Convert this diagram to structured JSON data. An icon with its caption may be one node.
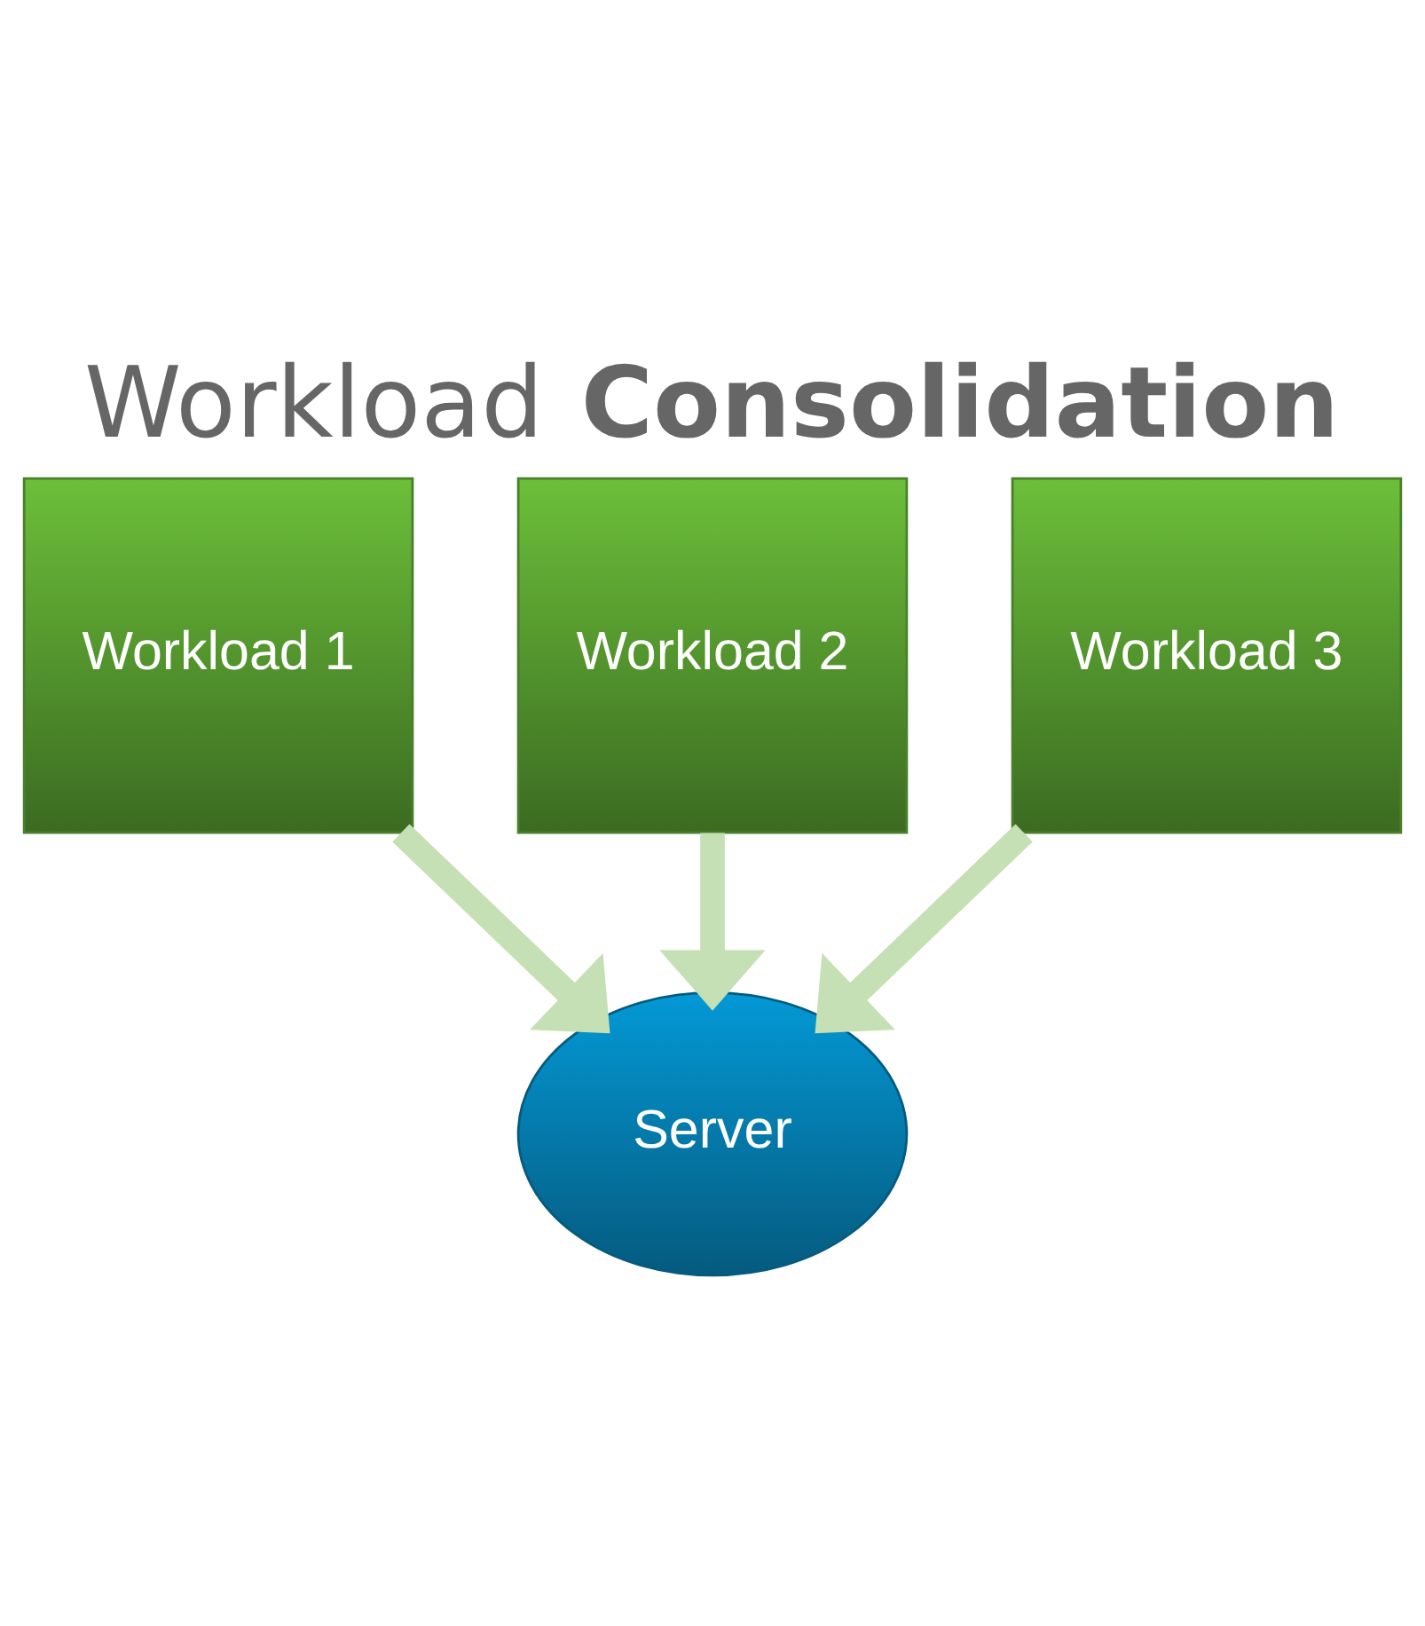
{
  "diagram": {
    "title": "Workload **Consolidation**",
    "nodes": [
      {
        "text": [
          "Workload 1"
        ]
      },
      {
        "text": [
          "Workload 2"
        ]
      },
      {
        "text": [
          "Workload 3"
        ]
      },
      {
        "text": [
          "Server"
        ]
      }
    ],
    "edges": [
      {
        "from": 0,
        "to": 3,
        "arrow": "to"
      },
      {
        "from": 1,
        "to": 3,
        "arrow": "to"
      },
      {
        "from": 2,
        "to": 3,
        "arrow": "to"
      }
    ]
  }
}
